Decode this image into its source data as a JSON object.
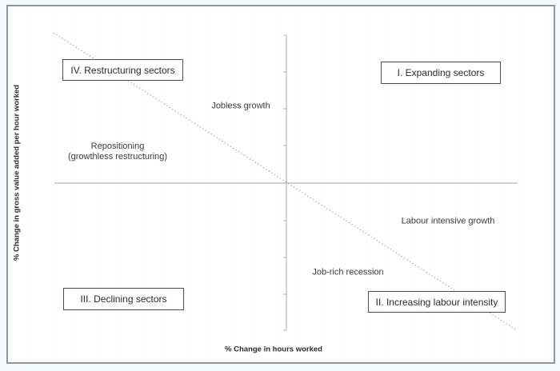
{
  "diagram": {
    "x_axis_label": "% Change in hours worked",
    "y_axis_label": "% Change in gross value added per hour worked",
    "quadrants": [
      {
        "label": "IV. Restructuring sectors"
      },
      {
        "label": "I. Expanding sectors"
      },
      {
        "label": "III. Declining sectors"
      },
      {
        "label": "II. Increasing labour intensity"
      }
    ],
    "annotations": {
      "jobless_growth": "Jobless growth",
      "repositioning_line1": "Repositioning",
      "repositioning_line2": "(growthless restructuring)",
      "labour_intensive_growth": "Labour intensive growth",
      "job_rich_recession": "Job-rich recession"
    },
    "colors": {
      "page_background": "#f3f9fd",
      "frame_border": "#8e969e",
      "axis_line": "#b6b6b6",
      "diagonal_line": "#9c9c9c",
      "box_border": "#4d4d4d",
      "text": "#2b2b2b"
    }
  }
}
